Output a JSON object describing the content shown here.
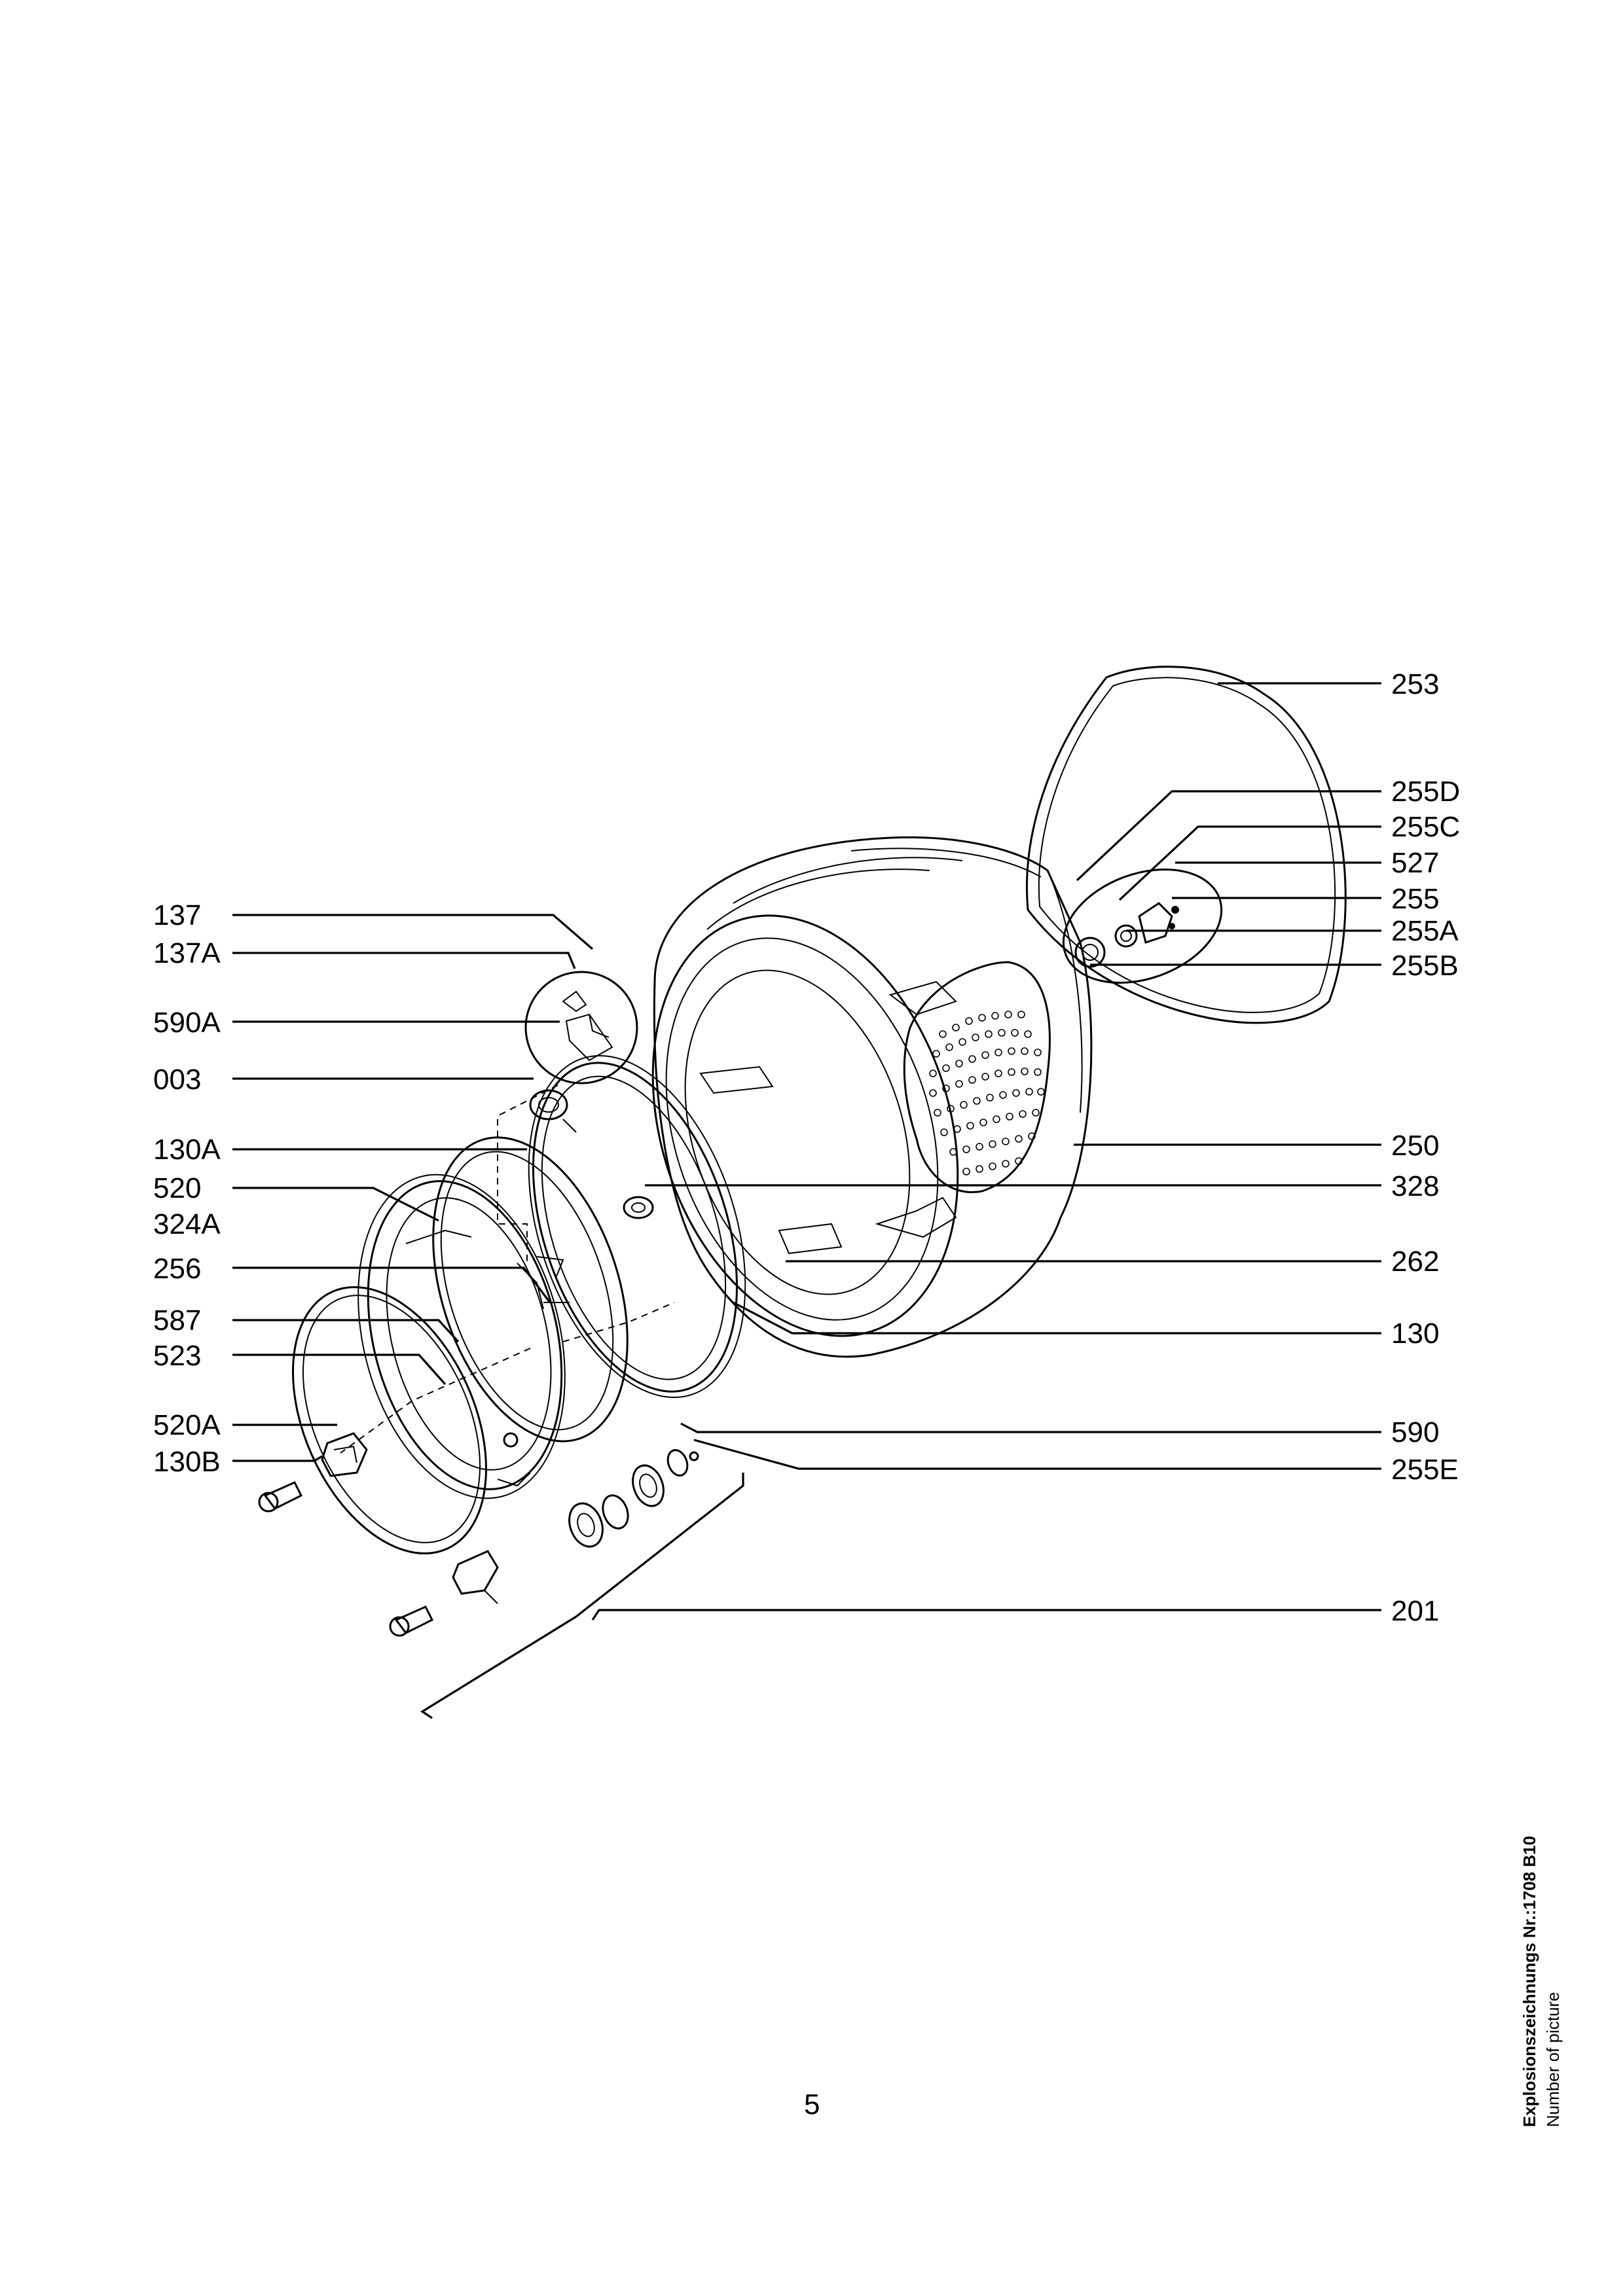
{
  "diagram": {
    "left_labels": [
      "137",
      "137A",
      "590A",
      "003",
      "130A",
      "520",
      "324A",
      "256",
      "587",
      "523",
      "520A",
      "130B"
    ],
    "right_labels": [
      "253",
      "255D",
      "255C",
      "527",
      "255",
      "255A",
      "255B",
      "250",
      "328",
      "262",
      "130",
      "590",
      "255E",
      "201"
    ]
  },
  "page_number": "5",
  "footer": {
    "drawing_number": "Explosionszeichnungs Nr.:1708 B10",
    "caption": "Number of picture"
  }
}
